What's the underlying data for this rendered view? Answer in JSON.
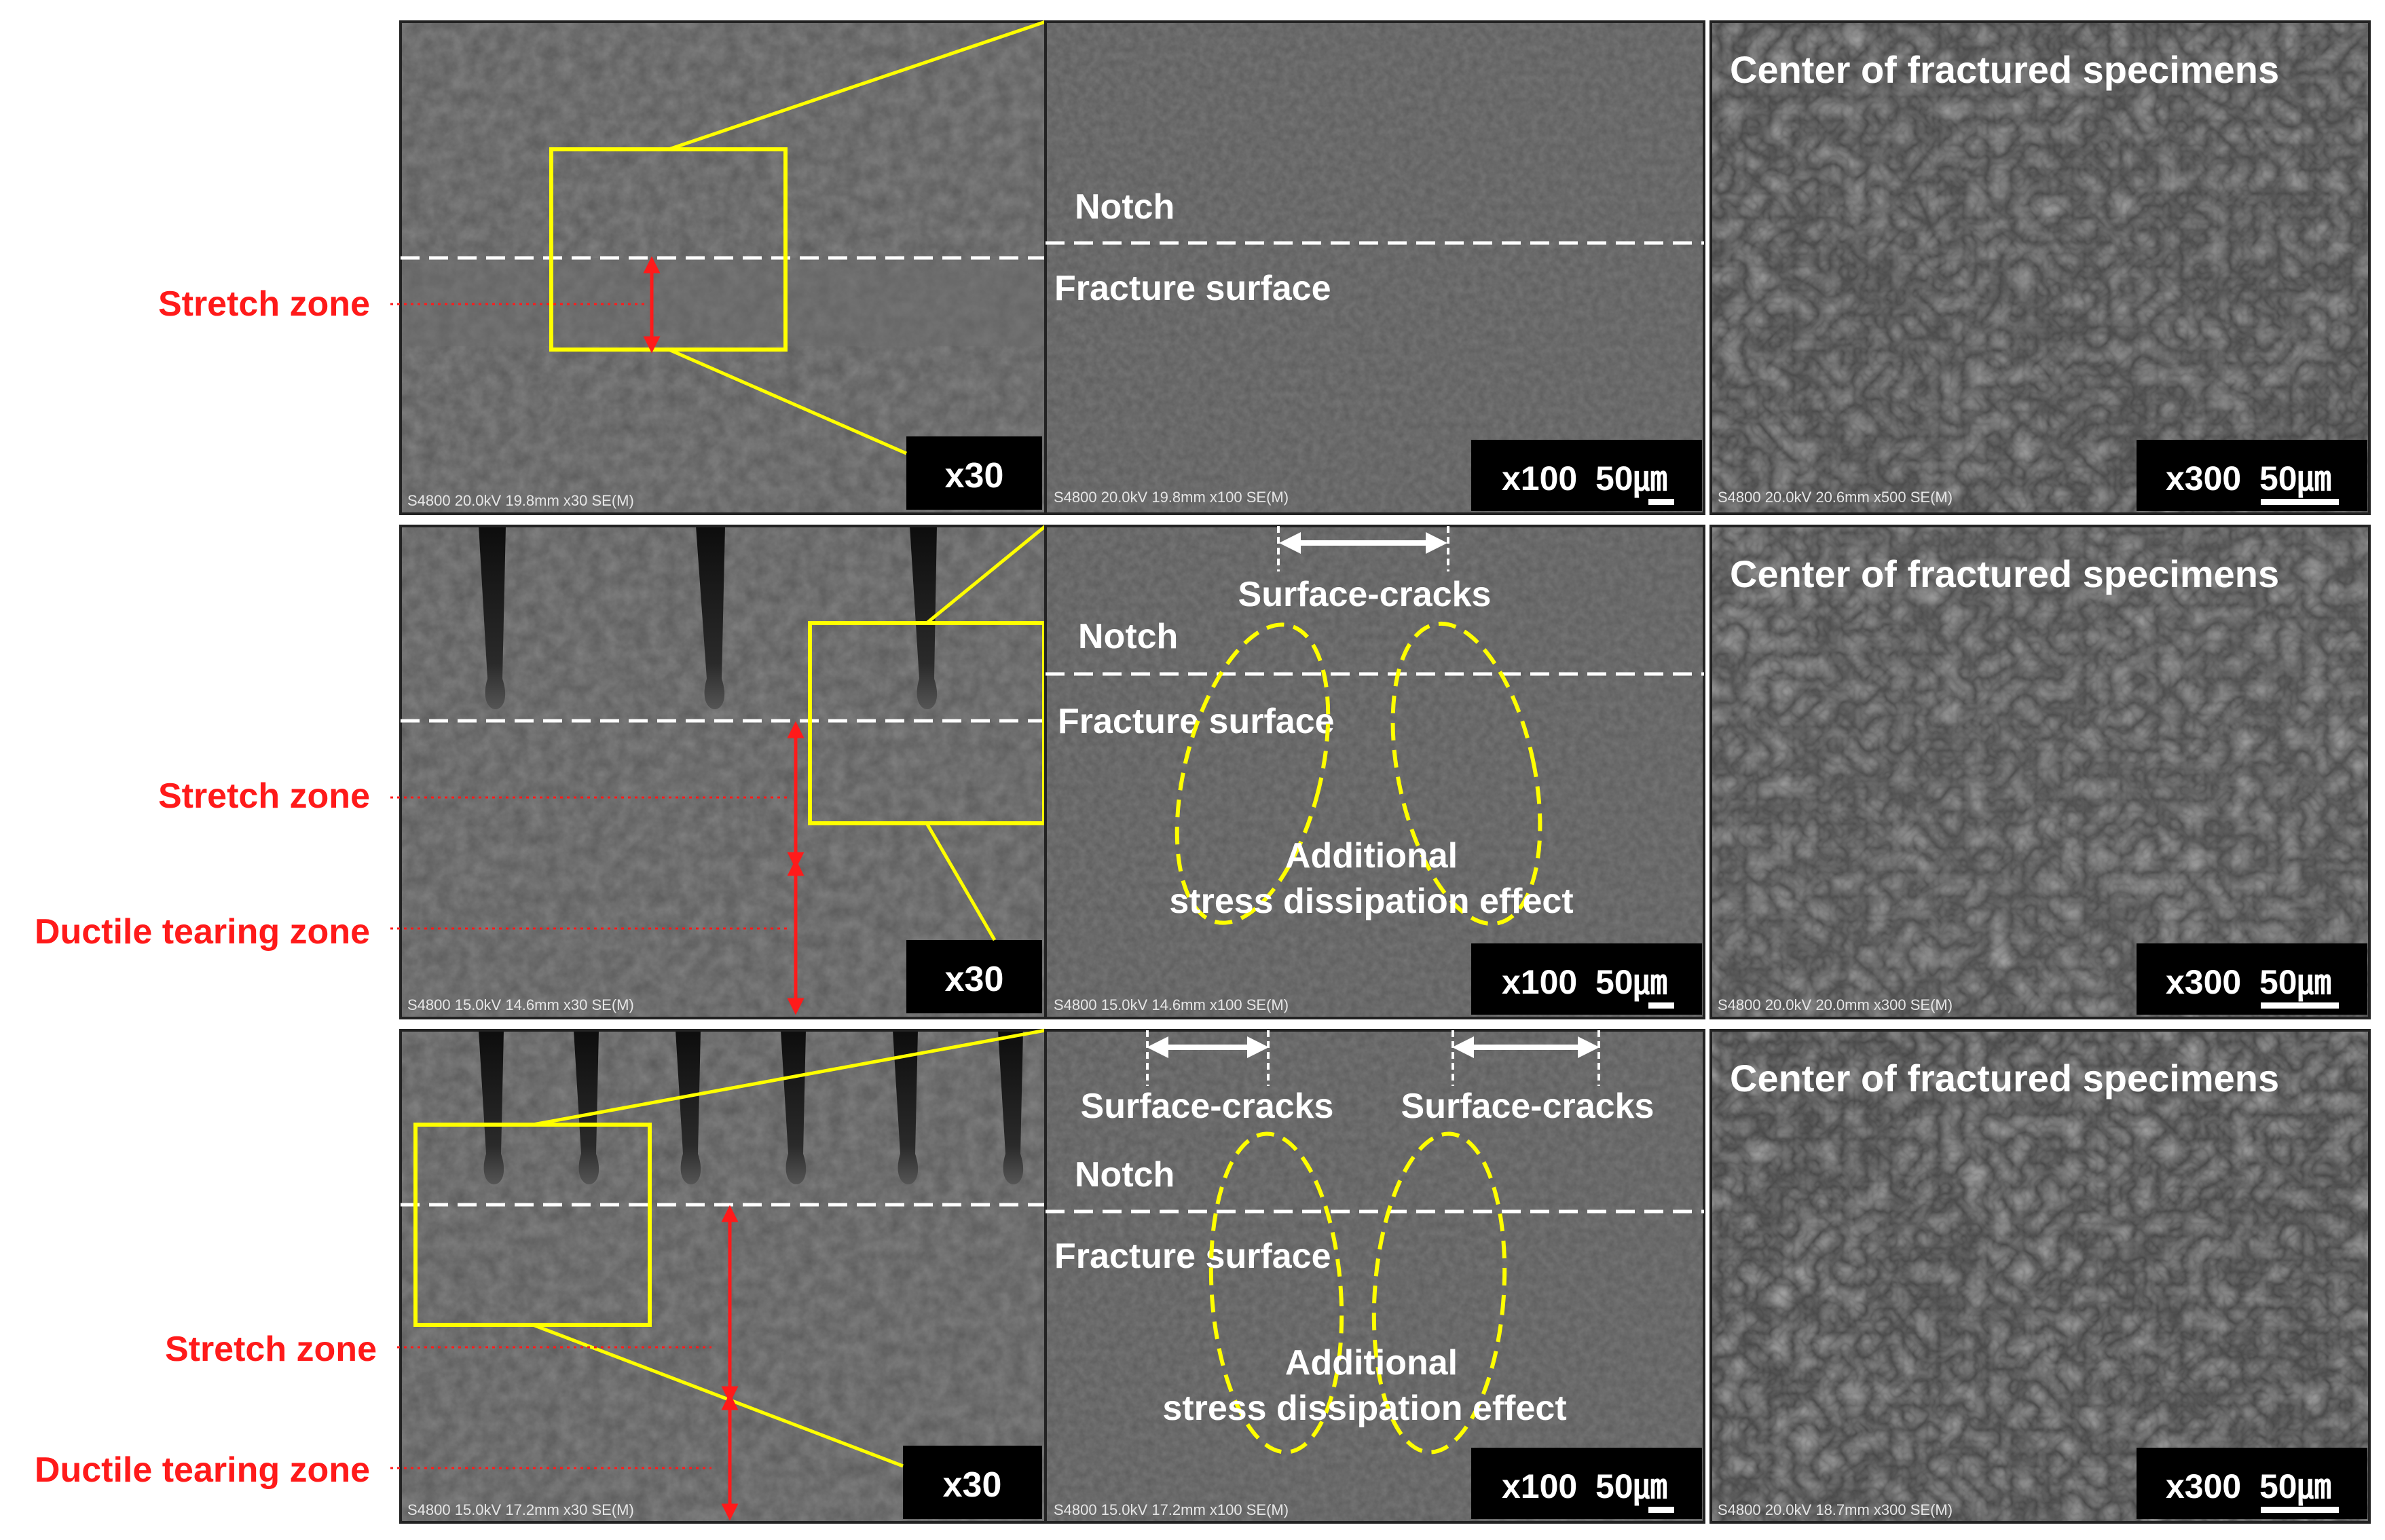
{
  "rows": [
    {
      "left": {
        "mag": "x30",
        "meta": "S4800 20.0kV 19.8mm x30 SE(M)"
      },
      "mid": {
        "mag": "x100",
        "scale": "50㎛",
        "meta": "S4800 20.0kV 19.8mm x100 SE(M)",
        "notch": "Notch",
        "fracture": "Fracture surface"
      },
      "right": {
        "title": "Center of fractured specimens",
        "mag": "x300",
        "scale": "50㎛",
        "meta": "S4800 20.0kV 20.6mm x500 SE(M)"
      },
      "side": {
        "stretch": "Stretch zone"
      }
    },
    {
      "left": {
        "mag": "x30",
        "meta": "S4800 15.0kV 14.6mm x30 SE(M)"
      },
      "mid": {
        "mag": "x100",
        "scale": "50㎛",
        "meta": "S4800 15.0kV 14.6mm x100 SE(M)",
        "notch": "Notch",
        "fracture": "Fracture surface",
        "cracks": "Surface-cracks",
        "additional": "Additional",
        "dissipation": "stress dissipation effect"
      },
      "right": {
        "title": "Center of fractured specimens",
        "mag": "x300",
        "scale": "50㎛",
        "meta": "S4800 20.0kV 20.0mm x300 SE(M)"
      },
      "side": {
        "stretch": "Stretch zone",
        "ductile": "Ductile tearing zone"
      }
    },
    {
      "left": {
        "mag": "x30",
        "meta": "S4800 15.0kV 17.2mm x30 SE(M)"
      },
      "mid": {
        "mag": "x100",
        "scale": "50㎛",
        "meta": "S4800 15.0kV 17.2mm x100 SE(M)",
        "notch": "Notch",
        "fracture": "Fracture surface",
        "cracks_left": "Surface-cracks",
        "cracks_right": "Surface-cracks",
        "additional": "Additional",
        "dissipation": "stress dissipation effect"
      },
      "right": {
        "title": "Center of fractured specimens",
        "mag": "x300",
        "scale": "50㎛",
        "meta": "S4800 20.0kV 18.7mm x300 SE(M)"
      },
      "side": {
        "stretch": "Stretch zone",
        "ductile": "Ductile tearing zone"
      }
    }
  ],
  "colors": {
    "annotation_red": "#ff1a1a",
    "highlight_yellow": "#ffff00",
    "label_white": "#ffffff",
    "sem_gray": "#5f5f5f"
  }
}
